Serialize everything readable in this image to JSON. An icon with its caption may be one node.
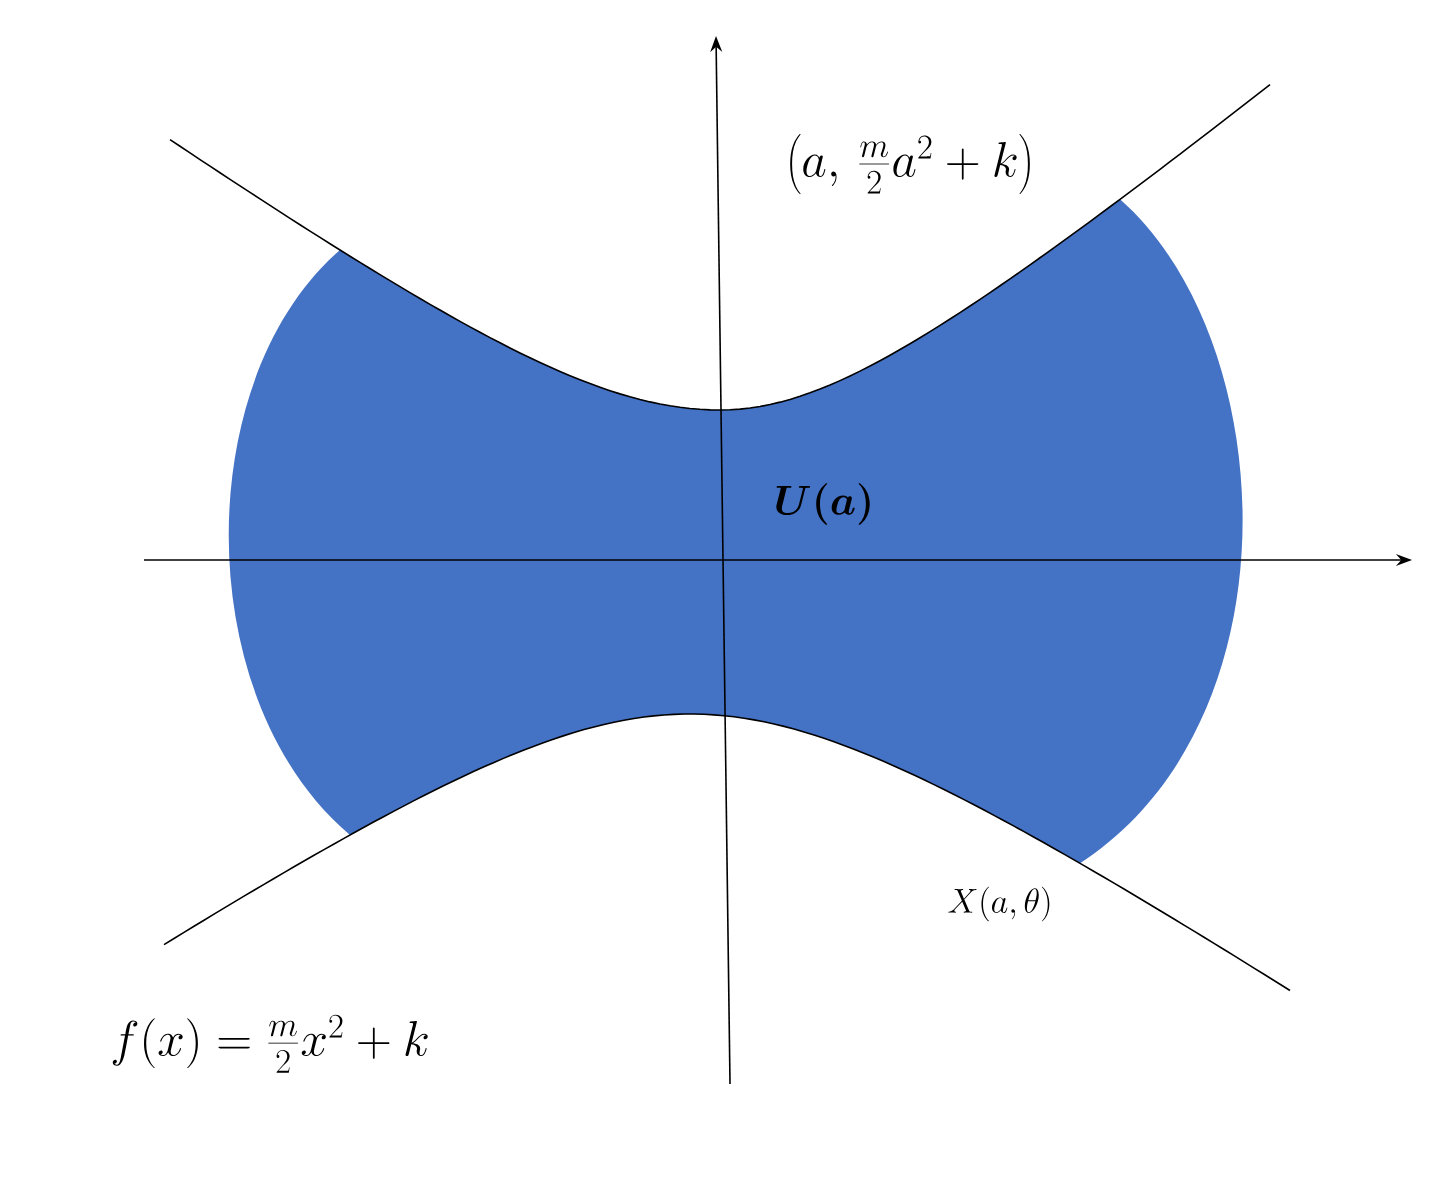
{
  "diagram": {
    "nodes": [
      {
        "text": [
          "U(a)"
        ]
      }
    ],
    "labels": [
      "\\left(a,\\,\\frac{m}{2}a^{2}+k\\right)",
      "X(a,\\theta)",
      "f(x)=\\frac{m}{2}x^{2}+k"
    ]
  }
}
